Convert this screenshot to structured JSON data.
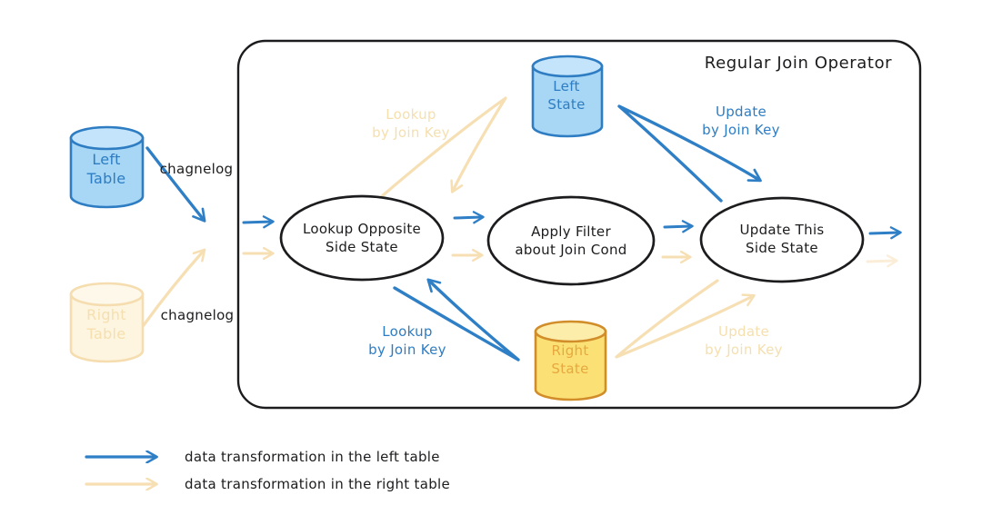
{
  "title": "Regular Join Operator",
  "tables": {
    "left": {
      "line1": "Left",
      "line2": "Table"
    },
    "right": {
      "line1": "Right",
      "line2": "Table"
    }
  },
  "changelog": {
    "top": "chagnelog",
    "bottom": "chagnelog"
  },
  "nodes": {
    "lookup": {
      "line1": "Lookup Opposite",
      "line2": "Side State"
    },
    "filter": {
      "line1": "Apply Filter",
      "line2": "about Join Cond"
    },
    "update": {
      "line1": "Update This",
      "line2": "Side State"
    }
  },
  "states": {
    "left": {
      "line1": "Left",
      "line2": "State"
    },
    "right": {
      "line1": "Right",
      "line2": "State"
    }
  },
  "arrow_labels": {
    "lookup_right_side": {
      "line1": "Lookup",
      "line2": "by Join Key"
    },
    "update_left_side": {
      "line1": "Update",
      "line2": "by Join Key"
    },
    "lookup_left_side": {
      "line1": "Lookup",
      "line2": "by Join Key"
    },
    "update_right_side": {
      "line1": "Update",
      "line2": "by Join Key"
    }
  },
  "legend": [
    {
      "label": "data transformation in the left table",
      "color": "#2f7fc6"
    },
    {
      "label": "data transformation in the right table",
      "color": "#f7dfb4"
    }
  ],
  "colors": {
    "blue": "#2e7dc3",
    "blue_fill": "#a8d6f5",
    "yellow_stroke": "#d28d2b",
    "yellow_fill": "#fbe175",
    "yellow_text": "#e7a83f",
    "cream": "#f7dfb4",
    "cream_fill": "#fdf5e0",
    "ink": "#1c1c1e"
  }
}
